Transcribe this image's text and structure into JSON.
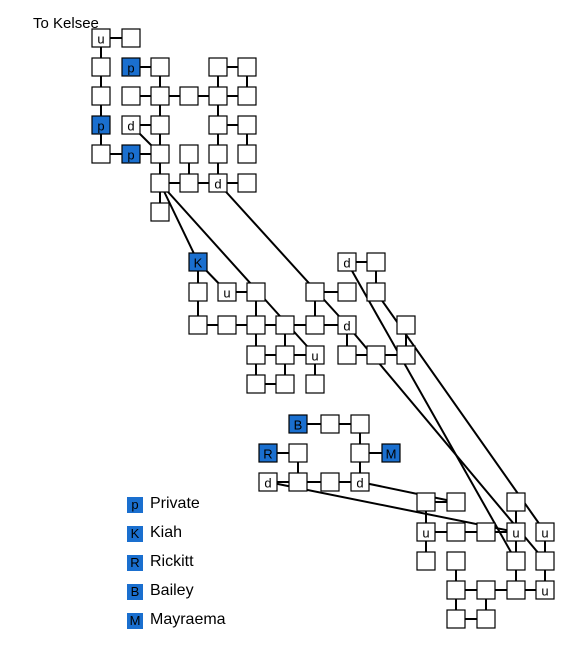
{
  "title": "To Kelsee",
  "colors": {
    "highlight": "#1a6fcf",
    "cell": "#ffffff",
    "line": "#000000"
  },
  "cell_labels": {
    "c1": "u",
    "c3": "p",
    "c10": "p",
    "c11": "d",
    "c12": "p",
    "c23": "d",
    "c26": "K",
    "c28": "u",
    "c31": "d",
    "c43": "d",
    "c47": "u",
    "c53": "B",
    "c56": "R",
    "c58": "M",
    "c59": "d",
    "c62": "d",
    "c67": "u",
    "c70": "u",
    "c72": "u",
    "c79": "u"
  },
  "legend": [
    {
      "code": "p",
      "name": "Private"
    },
    {
      "code": "K",
      "name": "Kiah"
    },
    {
      "code": "R",
      "name": "Rickitt"
    },
    {
      "code": "B",
      "name": "Bailey"
    },
    {
      "code": "M",
      "name": "Mayraema"
    }
  ]
}
